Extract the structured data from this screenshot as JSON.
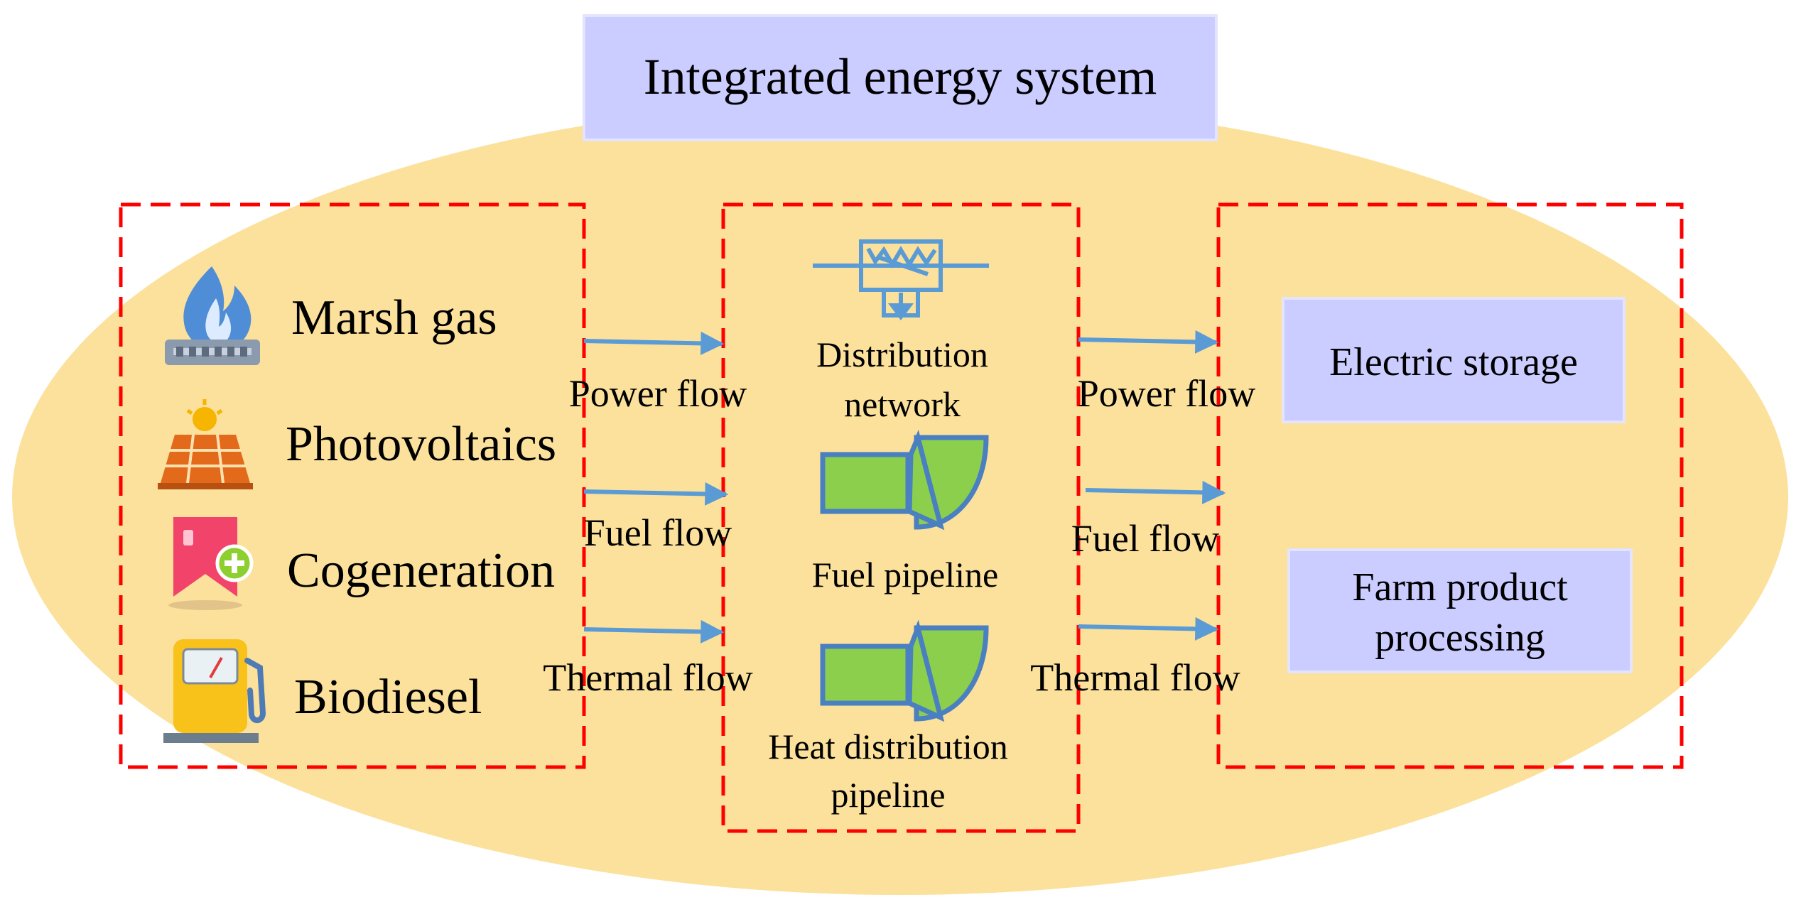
{
  "title": "Integrated energy system",
  "sources": [
    {
      "label": "Marsh gas",
      "icon": "gas-burner-icon"
    },
    {
      "label": "Photovoltaics",
      "icon": "solar-panel-icon"
    },
    {
      "label": "Cogeneration",
      "icon": "cogeneration-icon"
    },
    {
      "label": "Biodiesel",
      "icon": "fuel-pump-icon"
    }
  ],
  "left_flows": [
    "Power flow",
    "Fuel flow",
    "Thermal flow"
  ],
  "networks": {
    "distribution": [
      "Distribution",
      "network"
    ],
    "fuel_pipeline": "Fuel pipeline",
    "heat_pipeline": [
      "Heat distribution",
      "pipeline"
    ]
  },
  "right_flows": [
    "Power flow",
    "Fuel flow",
    "Thermal flow"
  ],
  "loads": {
    "electric_storage": "Electric storage",
    "farm_processing": [
      "Farm product",
      "processing"
    ]
  },
  "colors": {
    "ellipse": "#FBE19B",
    "title_box": "#CBCCFF",
    "dashed_border": "#FF0000",
    "arrow": "#5B9BD5",
    "pipe_fill": "#8CCF4D",
    "pipe_stroke": "#4A7FC1"
  }
}
